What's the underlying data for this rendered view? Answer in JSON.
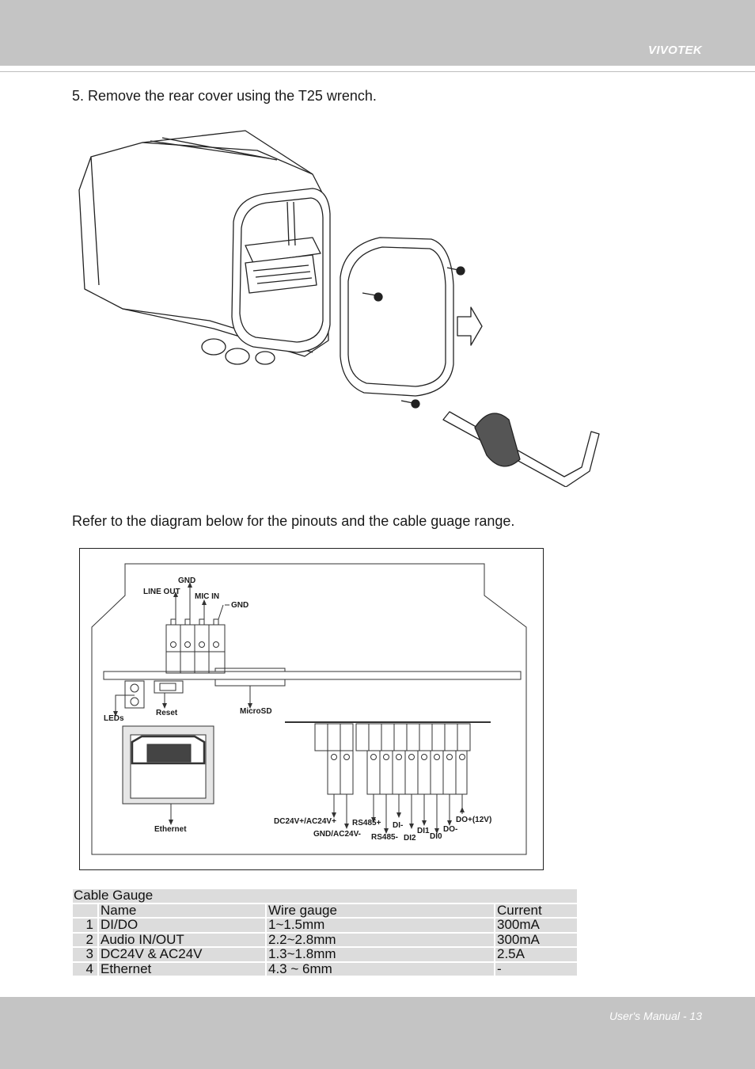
{
  "header": {
    "brand": "VIVOTEK"
  },
  "footer": {
    "page_label": "User's Manual - 13"
  },
  "step": {
    "text": "5. Remove the rear cover using the T25 wrench."
  },
  "refer": {
    "text": "Refer to the diagram below for the pinouts and the cable guage range."
  },
  "diagram": {
    "labels": {
      "gnd_top": "GND",
      "line_out": "LINE OUT",
      "mic_in": "MIC IN",
      "gnd_right": "GND",
      "leds": "LEDs",
      "reset": "Reset",
      "microsd": "MicroSD",
      "ethernet": "Ethernet",
      "dc24v_plus": "DC24V+/AC24V+",
      "gnd_ac24v": "GND/AC24V-",
      "rs485_plus": "RS485+",
      "rs485_minus": "RS485-",
      "di_minus": "DI-",
      "di2": "DI2",
      "di1": "DI1",
      "di0": "DI0",
      "do_minus": "DO-",
      "do_plus": "DO+(12V)"
    }
  },
  "table": {
    "caption": "Cable Gauge",
    "headers": [
      "Name",
      "Wire gauge",
      "Current"
    ],
    "rows": [
      {
        "num": "1",
        "name": "DI/DO",
        "gauge": "1~1.5mm",
        "current": "300mA"
      },
      {
        "num": "2",
        "name": "Audio IN/OUT",
        "gauge": "2.2~2.8mm",
        "current": "300mA"
      },
      {
        "num": "3",
        "name": "DC24V & AC24V",
        "gauge": "1.3~1.8mm",
        "current": "2.5A"
      },
      {
        "num": "4",
        "name": "Ethernet",
        "gauge": "4.3 ~ 6mm",
        "current": "-"
      }
    ]
  }
}
